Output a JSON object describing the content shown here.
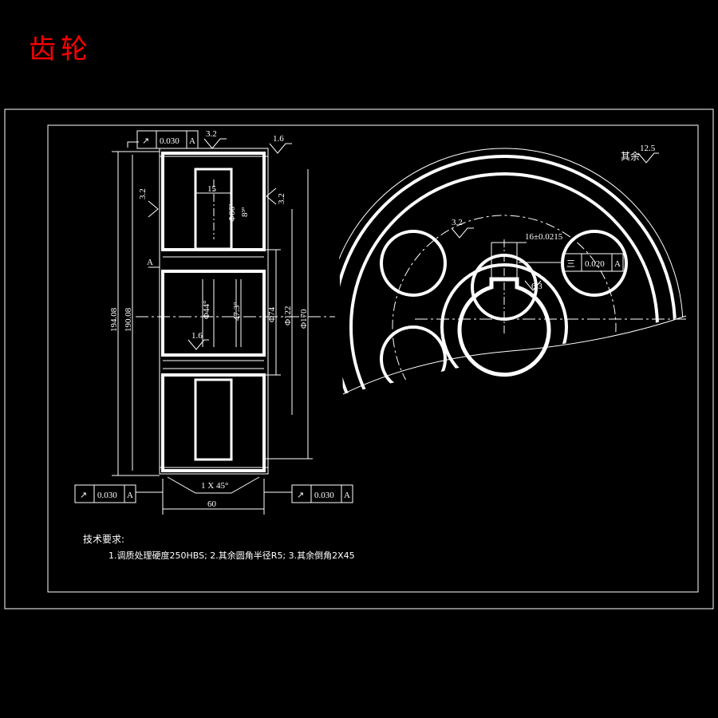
{
  "title": "齿轮",
  "colors": {
    "background": "#000000",
    "line": "#ffffff",
    "title": "#ff0000"
  },
  "tolerance_frames": {
    "top": {
      "symbol": "↗",
      "value": "0.030",
      "datum": "A"
    },
    "bottom_left": {
      "symbol": "↗",
      "value": "0.030",
      "datum": "A"
    },
    "bottom_right": {
      "symbol": "↗",
      "value": "0.030",
      "datum": "A"
    },
    "keyway_symmetry": {
      "symbol": "三",
      "value": "0.020",
      "datum": "A"
    }
  },
  "roughness": {
    "top_face": "3.2",
    "top_right": "1.6",
    "left_face": "3.2",
    "right_face": "3.2",
    "bore": "1.6",
    "keyway_side": "3.2",
    "keyway_bottom": "6.3",
    "rest_label": "其余",
    "rest_value": "12.5"
  },
  "dimensions": {
    "rim_width": "15",
    "hub_hole_upper": "Φ66³",
    "hub_hole_upper2": "8³º",
    "bore_dia": "Φ44°",
    "bore_depth": "47.3°",
    "hub_dia": "Φ74",
    "web_dia": "Φ122",
    "root_dia": "Φ170",
    "tip_dia": "194.08",
    "pitch_dia": "190.08",
    "chamfer": "1 X 45°",
    "face_width": "60",
    "keyway_width": "16±0.0215",
    "datum": "A"
  },
  "notes": {
    "heading": "技术要求:",
    "text": "1.调质处理硬度250HBS;  2.其余圆角半径R5;  3.其余倒角2X45"
  }
}
